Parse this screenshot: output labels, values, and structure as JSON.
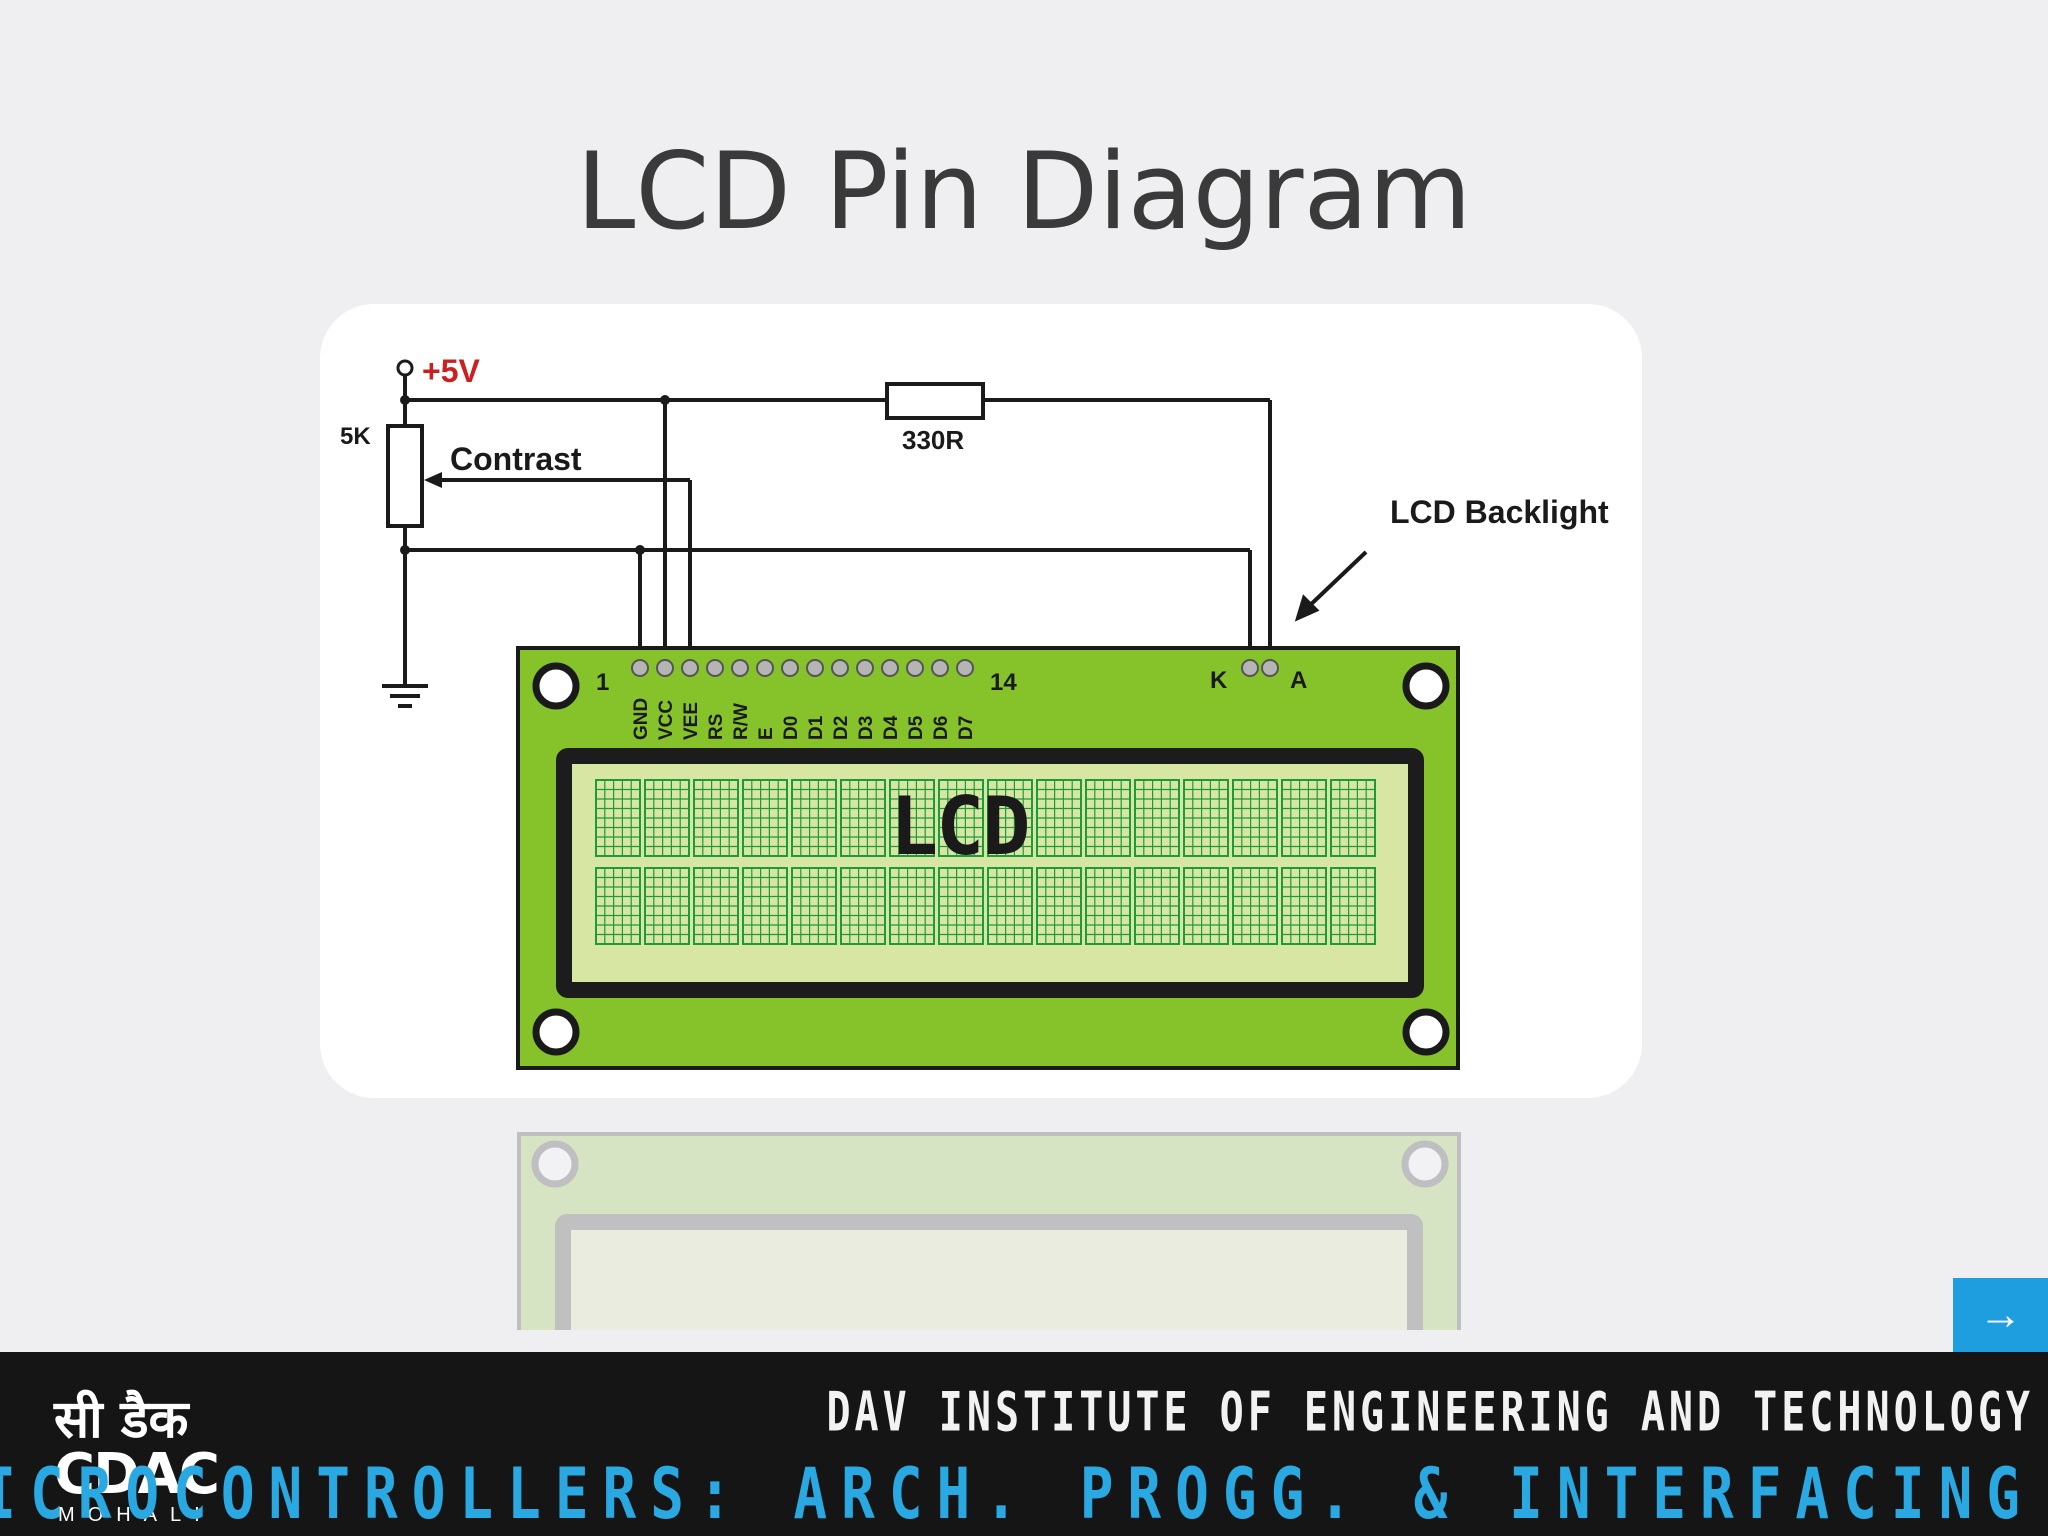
{
  "slide": {
    "title": "LCD Pin Diagram"
  },
  "diagram": {
    "supply_label": "+5V",
    "pot_label": "5K",
    "contrast_label": "Contrast",
    "resistor_label": "330R",
    "backlight_label": "LCD Backlight",
    "pin_first": "1",
    "pin_last": "14",
    "pin_k": "K",
    "pin_a": "A",
    "pin_names": [
      "GND",
      "VCC",
      "VEE",
      "RS",
      "R/W",
      "E",
      "D0",
      "D1",
      "D2",
      "D3",
      "D4",
      "D5",
      "D6",
      "D7"
    ],
    "screen_text": "LCD",
    "colors": {
      "board": "#86c22a",
      "screen": "#d8e6a4",
      "cell": "#1f9a3a",
      "supply": "#cc2020"
    }
  },
  "navigation": {
    "next_icon": "arrow-right-icon",
    "next_glyph": "→"
  },
  "footer": {
    "logo_hindi": "सी डैक",
    "logo_name": "CDAC",
    "logo_city": "MOHALI",
    "institute": "DAV INSTITUTE OF ENGINEERING AND TECHNOLOGY",
    "course": "MICROCONTROLLERS: ARCH. PROGG. & INTERFACING"
  }
}
